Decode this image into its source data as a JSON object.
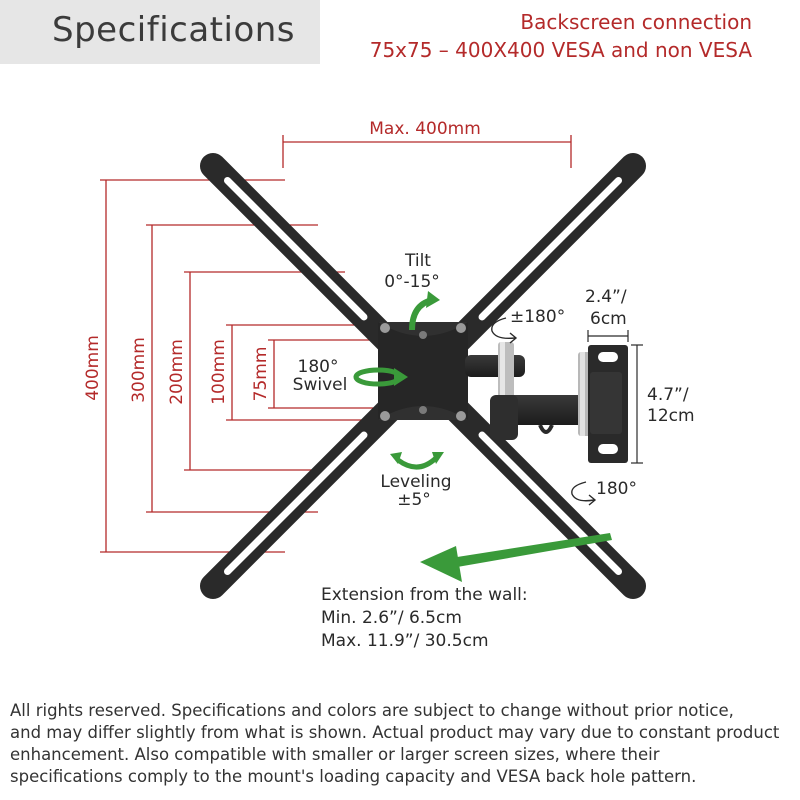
{
  "header": {
    "title": "Specifications",
    "connection_line1": "Backscreen connection",
    "connection_line2": "75x75 – 400X400 VESA and non VESA"
  },
  "diagram": {
    "max_width": "Max. 400mm",
    "heights": [
      "400mm",
      "300mm",
      "200mm",
      "100mm",
      "75mm"
    ],
    "tilt": [
      "Tilt",
      "0°-15°"
    ],
    "swivel": [
      "180°",
      "Swivel"
    ],
    "leveling": [
      "Leveling",
      "±5°"
    ],
    "arm_rotation": "±180°",
    "plate_width": [
      "2.4”/",
      "6cm"
    ],
    "plate_height": [
      "4.7”/",
      "12cm"
    ],
    "plate_rotation": "180°",
    "extension": [
      "Extension from the wall:",
      "Min. 2.6”/ 6.5cm",
      "Max. 11.9”/ 30.5cm"
    ],
    "colors": {
      "dimension": "#b42a2a",
      "arrow_green": "#3a9a3a",
      "metal": "#2b2b2b"
    }
  },
  "footer": {
    "lines": [
      "All rights reserved. Specifications and colors are subject to change without prior notice,",
      "and may differ slightly from what is shown. Actual product may vary due to constant product",
      "enhancement. Also compatible with smaller or larger screen sizes, where their",
      "specifications comply to the mount's loading capacity and VESA back hole pattern."
    ]
  }
}
